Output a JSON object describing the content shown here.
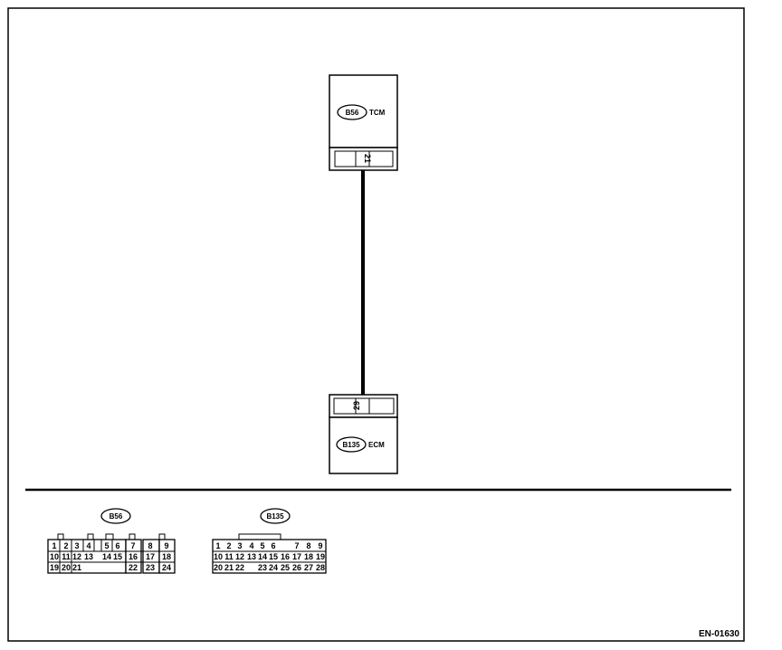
{
  "tcm": {
    "connector_id": "B56",
    "name": "TCM",
    "terminal": "21"
  },
  "ecm": {
    "connector_id": "B135",
    "name": "ECM",
    "terminal": "29"
  },
  "connectors": [
    {
      "id": "B56",
      "pins": [
        "1",
        "2",
        "3",
        "4",
        "5",
        "6",
        "7",
        "8",
        "9",
        "10",
        "11",
        "12",
        "13",
        "14",
        "15",
        "16",
        "17",
        "18",
        "19",
        "20",
        "21",
        "22",
        "23",
        "24"
      ]
    },
    {
      "id": "B135",
      "pins": [
        "1",
        "2",
        "3",
        "4",
        "5",
        "6",
        "7",
        "8",
        "9",
        "10",
        "11",
        "12",
        "13",
        "14",
        "15",
        "16",
        "17",
        "18",
        "19",
        "20",
        "21",
        "22",
        "23",
        "24",
        "25",
        "26",
        "27",
        "28"
      ]
    }
  ],
  "figure_code": "EN-01630"
}
